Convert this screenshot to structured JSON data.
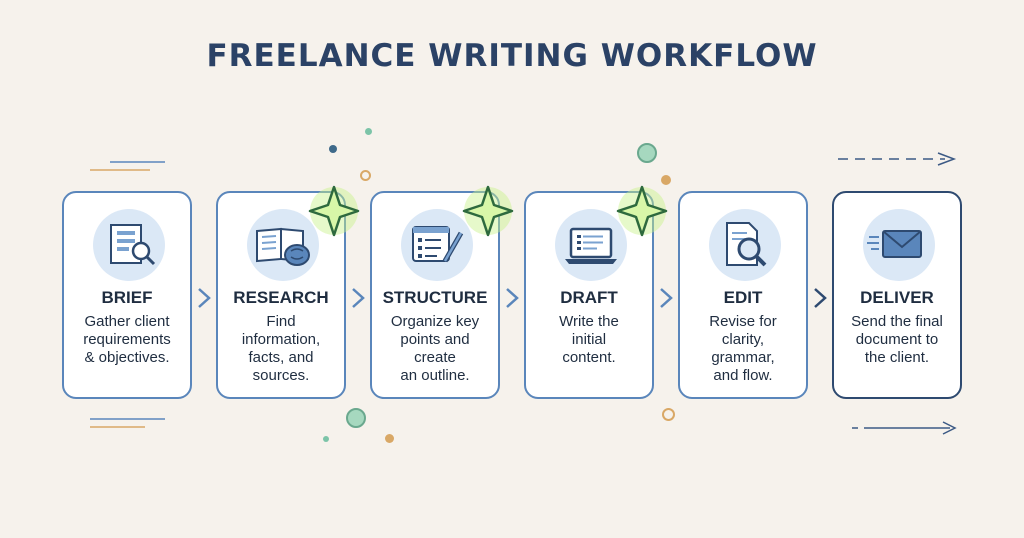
{
  "title": "FREELANCE WRITING WORKFLOW",
  "steps": [
    {
      "label": "BRIEF",
      "desc_lines": [
        "Gather client",
        "requirements",
        "& objectives."
      ],
      "icon": "brief-document-icon"
    },
    {
      "label": "RESEARCH",
      "desc_lines": [
        "Find",
        "information,",
        "facts, and",
        "sources."
      ],
      "icon": "book-brain-icon"
    },
    {
      "label": "STRUCTURE",
      "desc_lines": [
        "Organize key",
        "points and",
        "create",
        "an outline."
      ],
      "icon": "outline-pencil-icon"
    },
    {
      "label": "DRAFT",
      "desc_lines": [
        "Write the",
        "initial",
        "content."
      ],
      "icon": "laptop-icon"
    },
    {
      "label": "EDIT",
      "desc_lines": [
        "Revise for",
        "clarity,",
        "grammar,",
        "and flow."
      ],
      "icon": "magnifier-document-icon"
    },
    {
      "label": "DELIVER",
      "desc_lines": [
        "Send the final",
        "document to",
        "the client."
      ],
      "icon": "envelope-icon"
    }
  ],
  "colors": {
    "background": "#f6f2ec",
    "title": "#2b4266",
    "card_border": "#5a86bb",
    "icon_bg": "#dbe8f6",
    "star_glow": "#9de34a",
    "dot_teal": "#7cc4a8",
    "dot_tan": "#d9a866"
  }
}
